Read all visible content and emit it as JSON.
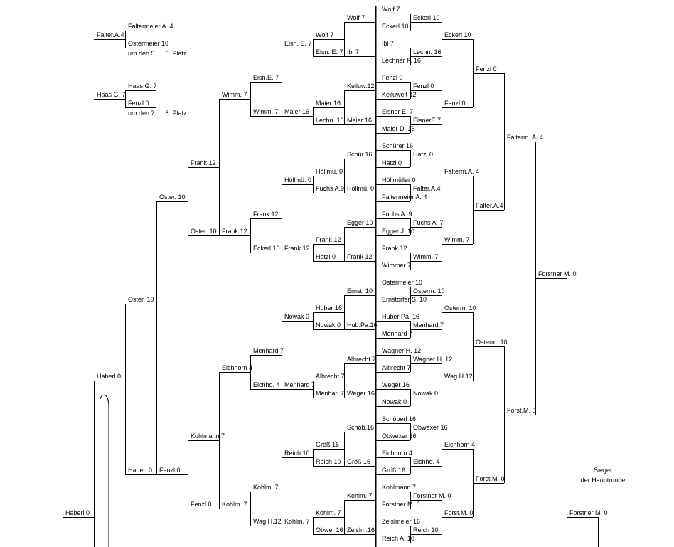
{
  "main_round": {
    "round_1": [
      "Wolf 7",
      "Eckerl 10",
      "Ibl 7",
      "Lechner P. 16",
      "Fenzl 0",
      "Keiluweit 12",
      "Eisner E. 7",
      "Maier D. 16",
      "Schürer 16",
      "Hatzl 0",
      "Höllmüller 0",
      "Faltermeier A. 4",
      "Fuchs A. 9",
      "Egger J. 10",
      "Frank 12",
      "Wimmer 7",
      "Ostermeier 10",
      "Ernstorfer S. 10",
      "Huber Pa. 16",
      "Menhard 7",
      "Wagner H. 12",
      "Albrecht 7",
      "Weger 16",
      "Nowak 0",
      "Schöberl 16",
      "Obwexer 16",
      "Eichhorn 4",
      "Größ 16",
      "Kohlmann 7",
      "Forstner M. 0",
      "Zeislmeier 16",
      "Reich A. 10"
    ],
    "round_2": [
      "Eckerl 10",
      "Lechn. 16",
      "Fenzl 0",
      "EisnerE.7",
      "Hatzl 0",
      "Falter.A.4",
      "Fuchs A. 7",
      "Wimm. 7",
      "Osterm. 10",
      "Menhard 7",
      "Wagner H. 12",
      "Nowak 0",
      "Obwexer 16",
      "Eichho. 4",
      "Forstner M. 0",
      "Reich 10"
    ],
    "round_3": [
      "Eckerl 10",
      "Fenzl 0",
      "Falterm.A. 4",
      "Wimm. 7",
      "Osterm. 10",
      "Wag.H.12",
      "Eichhorn 4",
      "Forst.M. 0"
    ],
    "round_4": [
      "Fenzl 0",
      "Falter.A.4",
      "Osterm. 10",
      "Forst.M. 0"
    ],
    "round_5": [
      "Falterm. A. 4",
      "Forst.M. 0"
    ],
    "round_6": [
      "Forstner M. 0"
    ],
    "final": [
      "Forstner M. 0"
    ]
  },
  "consolation_round": {
    "round_1": [
      "Wolf 7",
      "Ibl 7",
      "Keiluw.12",
      "Maier 16",
      "Schür.16",
      "Höllmü. 0",
      "Egger 10",
      "Frank 12",
      "Ernst. 10",
      "Hub.Pa.16",
      "Albrecht 7",
      "Weger 16",
      "Schöb.16",
      "Größ 16",
      "Kohlm. 7",
      "Zeislm.16"
    ],
    "round_2": [
      "Wolf 7",
      "Eisn. E. 7",
      "Maier 16",
      "Lechn. 16",
      "Höllmü. 0",
      "Fuchs A.9",
      "Frank 12",
      "Hatzl 0",
      "Huber 16",
      "Nowak 0",
      "Albrecht 7",
      "Menhar. 7",
      "Größ 16",
      "Reich 10",
      "Kohlm. 7",
      "Obwe. 16"
    ],
    "round_3": [
      "Eisn. E. 7",
      "Maier 16",
      "Höllmü. 0",
      "Frank 12",
      "Nowak 0",
      "Menhard 7",
      "Reich 10",
      "Kohlm. 7"
    ],
    "round_4": [
      "Eisn.E. 7",
      "Wimm. 7",
      "Frank 12",
      "Eckerl 10",
      "Menhard 7",
      "Eichho. 4",
      "Kohlm. 7",
      "Wag.H.12"
    ],
    "round_5": [
      "Wimm. 7",
      "Frank 12",
      "Eichhorn 4",
      "Kohlm. 7"
    ],
    "round_6": [
      "Frank 12",
      "Oster. 10",
      "Kohlmann 7",
      "Fenzl 0"
    ],
    "round_7": [
      "Oster. 10",
      "Fenzl 0"
    ],
    "round_8": [
      "Oster. 10",
      "Haberl 0"
    ],
    "round_9": [
      "Haberl 0"
    ],
    "round_10": [
      "Haberl 0"
    ]
  },
  "placement_matches": [
    {
      "players": [
        "Faltermeier A. 4",
        "Ostermeier 10"
      ],
      "winner": "Falter.A.4",
      "caption": "um den 5. u. 6. Platz"
    },
    {
      "players": [
        "Haas G. 7",
        "Fenzl 0"
      ],
      "winner": "Haas G. 7",
      "caption": "um den 7. u. 8. Platz"
    }
  ],
  "winner_caption": [
    "Sieger",
    "der Hauptrunde"
  ]
}
